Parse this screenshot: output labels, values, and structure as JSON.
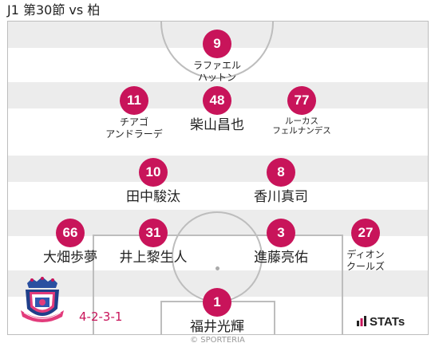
{
  "header": {
    "title": "J1 第30節 vs 柏"
  },
  "formation": "4-2-3-1",
  "colors": {
    "accent": "#c8145a",
    "stripe": "#ececec",
    "pitch_line": "#bdbdbd"
  },
  "players": [
    {
      "number": "9",
      "name_line1": "ラファエル",
      "name_line2": "ハットン"
    },
    {
      "number": "11",
      "name_line1": "チアゴ",
      "name_line2": "アンドラーデ"
    },
    {
      "number": "48",
      "name_line1": "柴山昌也",
      "name_line2": ""
    },
    {
      "number": "77",
      "name_line1": "ルーカス",
      "name_line2": "フェルナンデス"
    },
    {
      "number": "10",
      "name_line1": "田中駿汰",
      "name_line2": ""
    },
    {
      "number": "8",
      "name_line1": "香川真司",
      "name_line2": ""
    },
    {
      "number": "66",
      "name_line1": "大畑歩夢",
      "name_line2": ""
    },
    {
      "number": "31",
      "name_line1": "井上黎生人",
      "name_line2": ""
    },
    {
      "number": "3",
      "name_line1": "進藤亮佑",
      "name_line2": ""
    },
    {
      "number": "27",
      "name_line1": "ディオン",
      "name_line2": "クールズ"
    },
    {
      "number": "1",
      "name_line1": "福井光輝",
      "name_line2": ""
    }
  ],
  "crest": {
    "icon": "cerezo-osaka-crest-icon"
  },
  "branding": {
    "stats_label": "STATs",
    "copyright": "© SPORTERIA"
  }
}
